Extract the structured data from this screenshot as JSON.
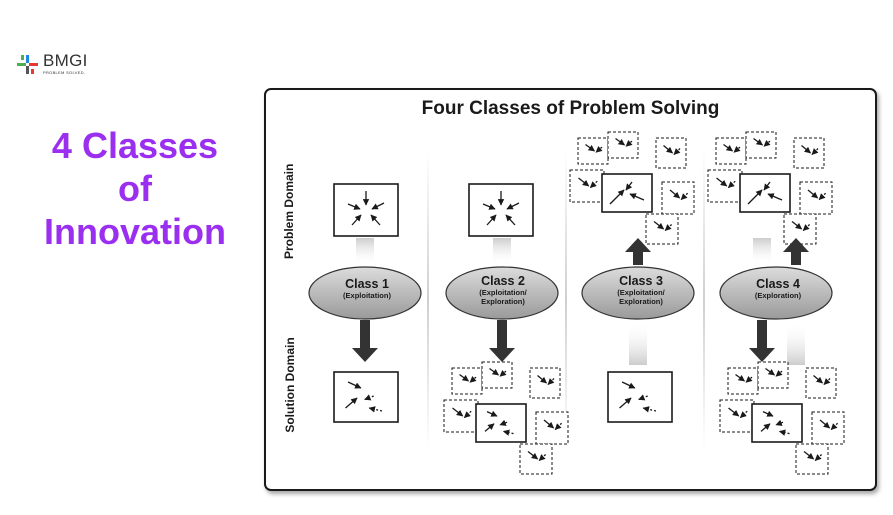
{
  "logo": {
    "name": "BMGI",
    "tagline": "PROBLEM SOLVED.",
    "colors": {
      "green": "#4caf50",
      "red": "#e53935",
      "blue": "#1e88e5",
      "gray": "#555555"
    }
  },
  "slide_title": {
    "lines": [
      "4 Classes",
      "of",
      "Innovation"
    ],
    "color": "#9b2ff0"
  },
  "figure": {
    "title": "Four Classes of Problem Solving",
    "axis_top": "Problem Domain",
    "axis_bottom": "Solution Domain",
    "classes": [
      {
        "name": "Class 1",
        "description": "(Exploitation)"
      },
      {
        "name": "Class 2",
        "description": "(Exploitation/\nExploration)"
      },
      {
        "name": "Class 3",
        "description": "(Exploitation/\nExploration)"
      },
      {
        "name": "Class 4",
        "description": "(Exploration)"
      }
    ]
  }
}
